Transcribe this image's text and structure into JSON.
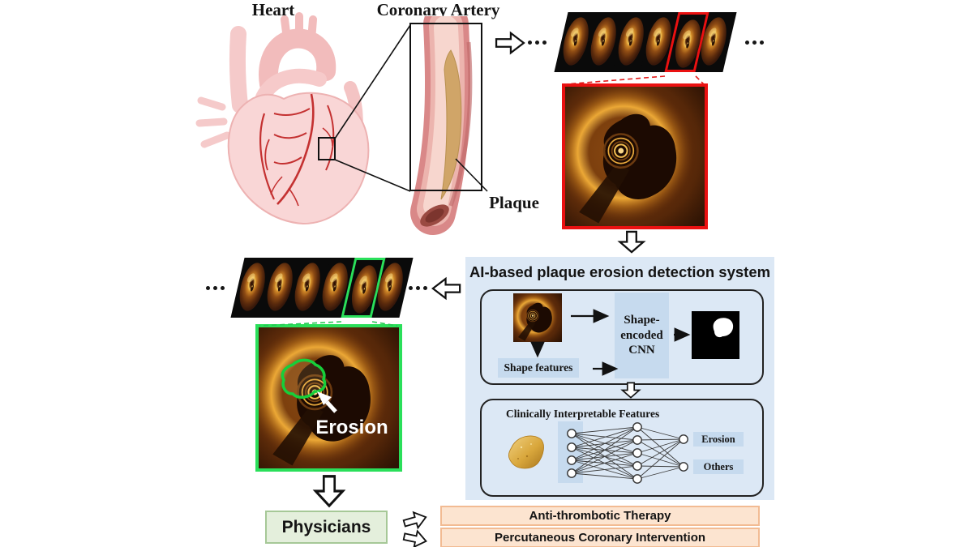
{
  "anatomy": {
    "heart_label": "Heart",
    "coronary_artery_label": "Coronary Artery",
    "plaque_label": "Plaque"
  },
  "ai_system": {
    "title": "AI-based plaque erosion detection system",
    "stage1": {
      "shape_encoded_cnn_label": "Shape-encoded CNN",
      "shape_features_label": "Shape features"
    },
    "stage2": {
      "heading": "Clinically Interpretable Features",
      "outputs": [
        {
          "label": "Erosion"
        },
        {
          "label": "Others"
        }
      ]
    }
  },
  "annotations": {
    "erosion": "Erosion"
  },
  "decision": {
    "physicians_label": "Physicians",
    "therapies": [
      {
        "label": "Anti-thrombotic Therapy"
      },
      {
        "label": "Percutaneous Coronary Intervention"
      }
    ]
  },
  "oct_strips": {
    "frames_per_strip": 6,
    "highlighted_frame_index": 5
  },
  "icons": [
    {
      "name": "flow-arrow-icon",
      "shape": "hollow block arrow"
    },
    {
      "name": "ellipsis-icon",
      "shape": "three dots"
    },
    {
      "name": "pointer-arrow-icon",
      "shape": "white annotation arrow"
    }
  ],
  "colors": {
    "highlight_red": "#ea1111",
    "highlight_green": "#2adf5a",
    "ai_panel_bg": "#dce8f5",
    "ai_label_bg": "#c6daee",
    "physicians_bg": "#e4efdc",
    "physicians_border": "#a6c897",
    "therapy_bg": "#fce4d0",
    "therapy_border": "#f2bb93"
  }
}
